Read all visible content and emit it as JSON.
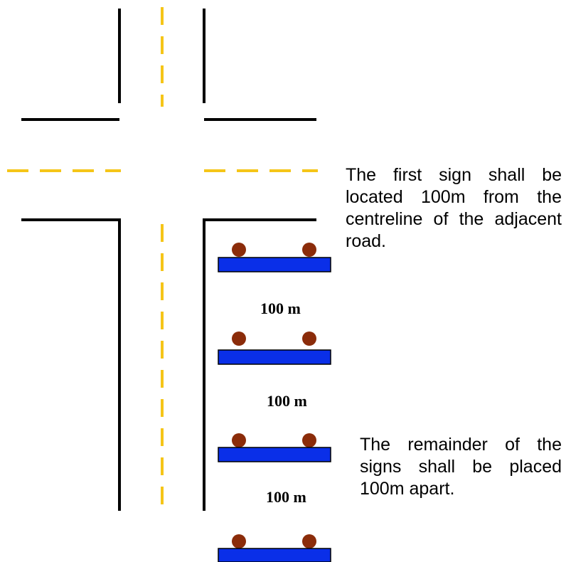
{
  "colors": {
    "road_edge": "#000000",
    "centreline": "#f5c518",
    "sign_board": "#0a2fe8",
    "sign_post": "#8b2c0a"
  },
  "notes": {
    "first_sign": "The first sign shall be located 100m from the centreline of the adjacent road.",
    "remainder": "The remainder of the signs shall be placed 100m apart."
  },
  "spacing_labels": [
    "100 m",
    "100 m",
    "100 m"
  ],
  "sign_count": 4
}
